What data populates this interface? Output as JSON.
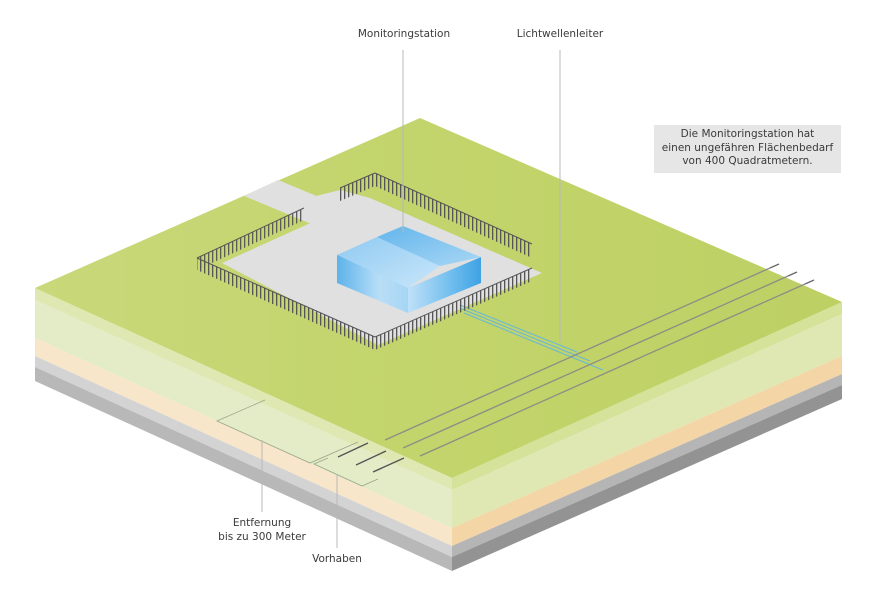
{
  "labels": {
    "monitoring_station": "Monitoringstation",
    "fiber_optic": "Lichtwellenleiter",
    "distance_line1": "Entfernung",
    "distance_line2": "bis zu 300 Meter",
    "project": "Vorhaben"
  },
  "infobox": {
    "line1": "Die Monitoringstation hat",
    "line2": "einen ungefähren Flächenbedarf",
    "line3": "von 400 Quadratmetern."
  },
  "colors": {
    "grass_top": "#c4d56f",
    "grass_light": "#dfe8b3",
    "soil_light": "#e3ecc6",
    "sand": "#f3d5a6",
    "sand_light": "#f7e6c9",
    "gravel": "#b5b5b5",
    "base": "#939393",
    "paving": "#e0e0e0",
    "building_light": "#b7ddf6",
    "building_dark": "#4aa8e6",
    "fence": "#555555",
    "cable": "#8a8f84",
    "fiber": "#68b8d8",
    "infobox_bg": "#e6e6e6"
  }
}
